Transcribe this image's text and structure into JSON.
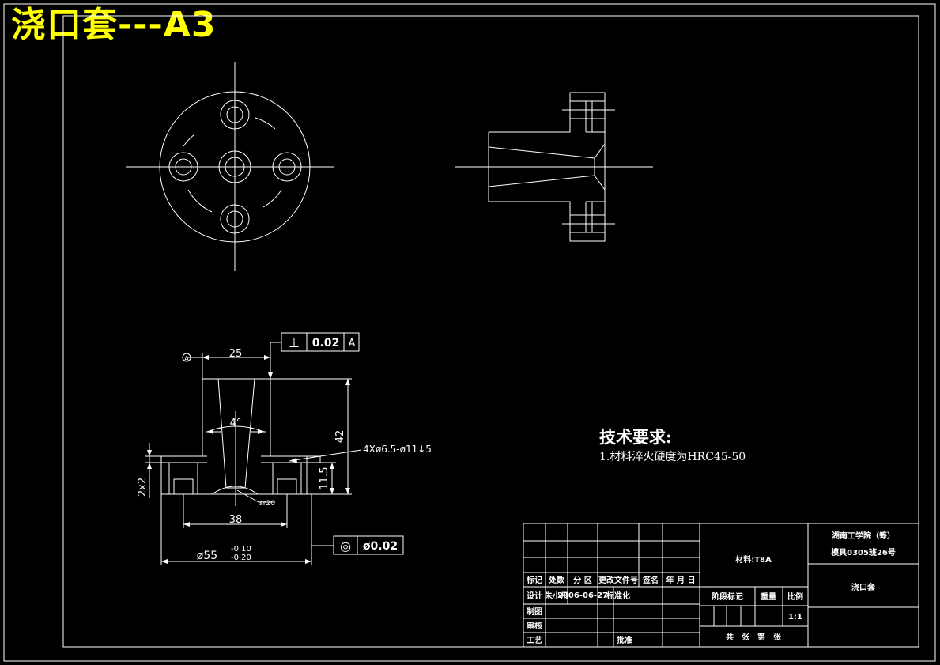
{
  "sheet": {
    "title": "浇口套---A3"
  },
  "dimensions": {
    "top_width": "25",
    "taper_angle": "4°",
    "height": "42",
    "hole_spec": "4Xø6.5-ø11↓5",
    "flange_step": "11.5",
    "flange_thick": "2x2",
    "radius": "sr20",
    "bolt_spacing": "38",
    "outer_dia": "ø55",
    "outer_dia_upper": "-0.10",
    "outer_dia_lower": "-0.20",
    "datum": "A"
  },
  "tolerances": {
    "perpendicularity": {
      "symbol": "⊥",
      "value": "0.02",
      "datum": "A"
    },
    "concentricity": {
      "symbol": "◎",
      "value": "ø0.02"
    }
  },
  "tech_requirements": {
    "heading": "技术要求:",
    "item1": "1.材料淬火硬度为HRC45-50"
  },
  "title_block": {
    "material": "材料:T8A",
    "school": "湖南工学院（筹）",
    "class_no": "模具0305班26号",
    "part_name": "浇口套",
    "scale": "1:1",
    "headers": {
      "mark": "标记",
      "count": "处数",
      "zone": "分 区",
      "change_doc": "更改文件号",
      "sign": "签名",
      "date": "年 月 日"
    },
    "design_label": "设计",
    "designer": "朱小丹",
    "design_date": "2006-06-27",
    "standard_label": "标准化",
    "draw_label": "制图",
    "review_label": "审核",
    "process_label": "工艺",
    "approve_label": "批准",
    "stage_label": "阶段标记",
    "weight_label": "重量",
    "ratio_label": "比例",
    "sheets_label": "共　张　第　张"
  }
}
